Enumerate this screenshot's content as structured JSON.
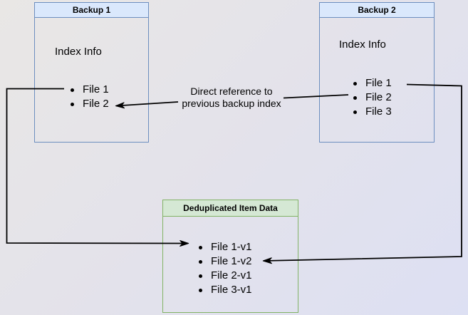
{
  "canvas": {
    "background_gradient_from": "#e9e7e5",
    "background_gradient_to": "#dde0f3"
  },
  "nodes": {
    "backup1": {
      "title": "Backup 1",
      "subtitle": "Index Info",
      "items": [
        "File 1",
        "File 2"
      ],
      "header_bg": "#dae8fc",
      "border_color": "#6c8ebf"
    },
    "backup2": {
      "title": "Backup 2",
      "subtitle": "Index Info",
      "items": [
        "File 1",
        "File 2",
        "File 3"
      ],
      "header_bg": "#dae8fc",
      "border_color": "#6c8ebf"
    },
    "dedup": {
      "title": "Deduplicated Item Data",
      "items": [
        "File 1-v1",
        "File 1-v2",
        "File 2-v1",
        "File 3-v1"
      ],
      "header_bg": "#d5e8d4",
      "border_color": "#82b366"
    }
  },
  "edge_label": {
    "line1": "Direct reference to",
    "line2": "previous backup index"
  },
  "arrows": {
    "color": "#000000"
  }
}
